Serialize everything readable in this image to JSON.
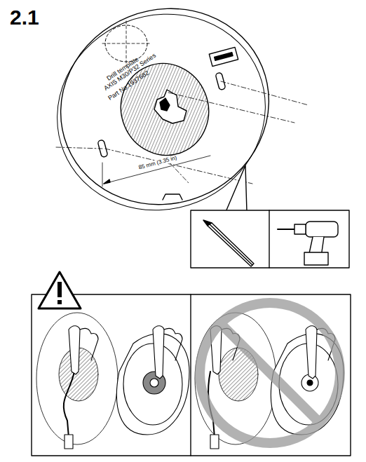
{
  "diagram": {
    "title": "2.1",
    "labels": [
      "Drill template",
      "AXIS M30/P32 Series",
      "Part No.1937682",
      "85 mm (3.35 in)"
    ]
  }
}
